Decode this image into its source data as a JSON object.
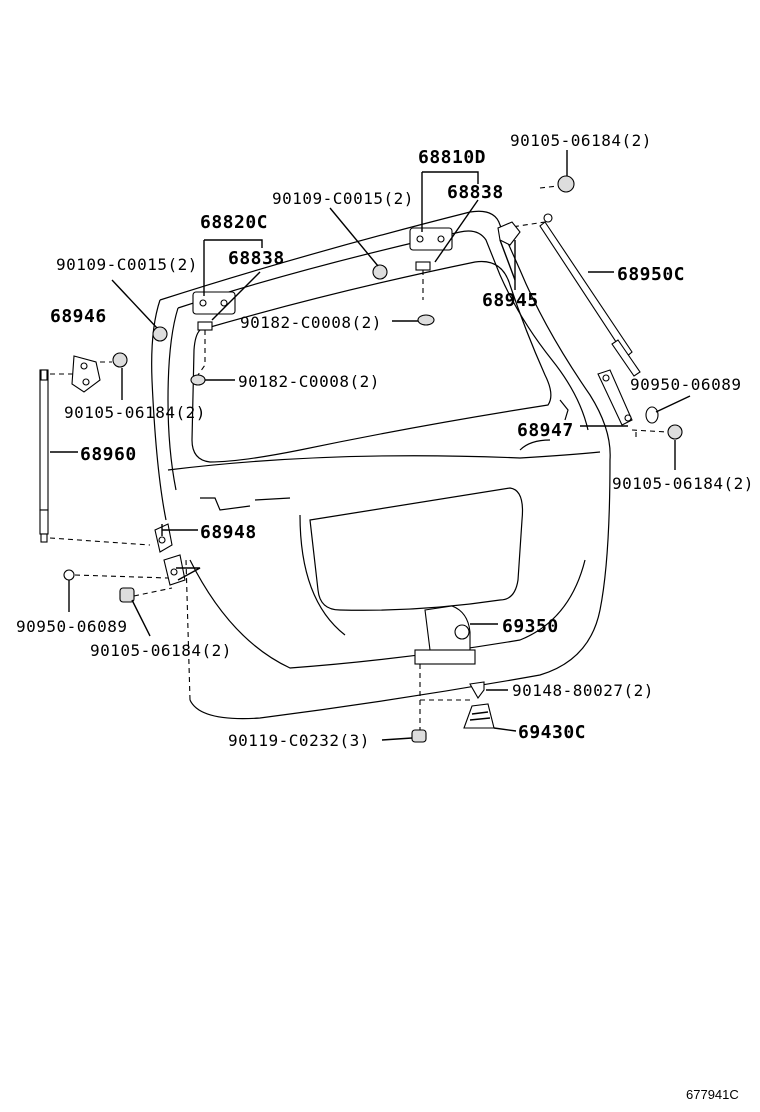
{
  "labels": {
    "p_68810D": "68810D",
    "p_90105_06184_top": "90105-06184(2)",
    "p_90109_C0015_center": "90109-C0015(2)",
    "p_68838_center": "68838",
    "p_68820C": "68820C",
    "p_90109_C0015_left": "90109-C0015(2)",
    "p_68838_left": "68838",
    "p_68950C": "68950C",
    "p_68945": "68945",
    "p_68946": "68946",
    "p_90182_C0008_upper": "90182-C0008(2)",
    "p_90182_C0008_lower": "90182-C0008(2)",
    "p_90105_06184_left": "90105-06184(2)",
    "p_90950_06089_right": "90950-06089",
    "p_68947": "68947",
    "p_68960": "68960",
    "p_90105_06184_right": "90105-06184(2)",
    "p_68948": "68948",
    "p_69350": "69350",
    "p_90950_06089_left": "90950-06089",
    "p_90105_06184_bottom": "90105-06184(2)",
    "p_90148_80027": "90148-80027(2)",
    "p_90119_C0232": "90119-C0232(3)",
    "p_69430C": "69430C",
    "diagram_ref": "677941C"
  }
}
